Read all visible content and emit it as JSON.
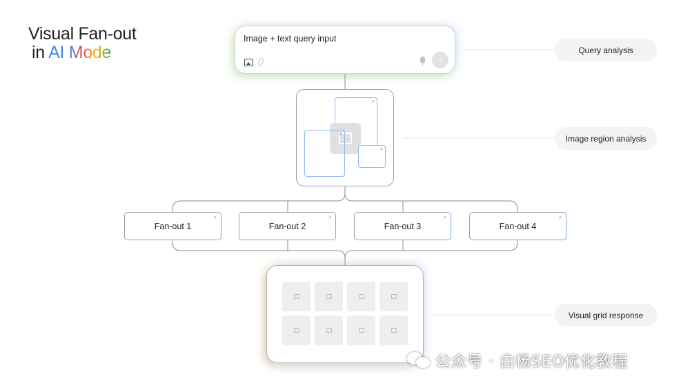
{
  "title": {
    "line1": "Visual Fan-out",
    "line2_prefix": "in ",
    "line2_highlight": "AI Mode"
  },
  "query_box": {
    "text": "Image + text query input",
    "icons": [
      "add-image-icon",
      "attachment-icon",
      "microphone-icon",
      "send-arrow-icon"
    ]
  },
  "image_region_box": {
    "icons": [
      "search-icon",
      "image-placeholder-icon"
    ]
  },
  "fan_outs": [
    {
      "label": "Fan-out 1"
    },
    {
      "label": "Fan-out 2"
    },
    {
      "label": "Fan-out 3"
    },
    {
      "label": "Fan-out 4"
    }
  ],
  "response_grid": {
    "tile_count": 8,
    "tile_icon": "image-placeholder-icon"
  },
  "labels": {
    "query_analysis": "Query analysis",
    "image_region_analysis": "Image region analysis",
    "visual_grid_response": "Visual grid response"
  },
  "watermark": {
    "text": "公众号 · 白杨SEO优化教程",
    "icon": "wechat-logo-icon"
  },
  "colors": {
    "blue": "#4285f4",
    "red": "#ea4335",
    "yellow": "#fbbc04",
    "green": "#34a853",
    "line": "#9aa0a6",
    "pill_bg": "#f1f3f4"
  }
}
